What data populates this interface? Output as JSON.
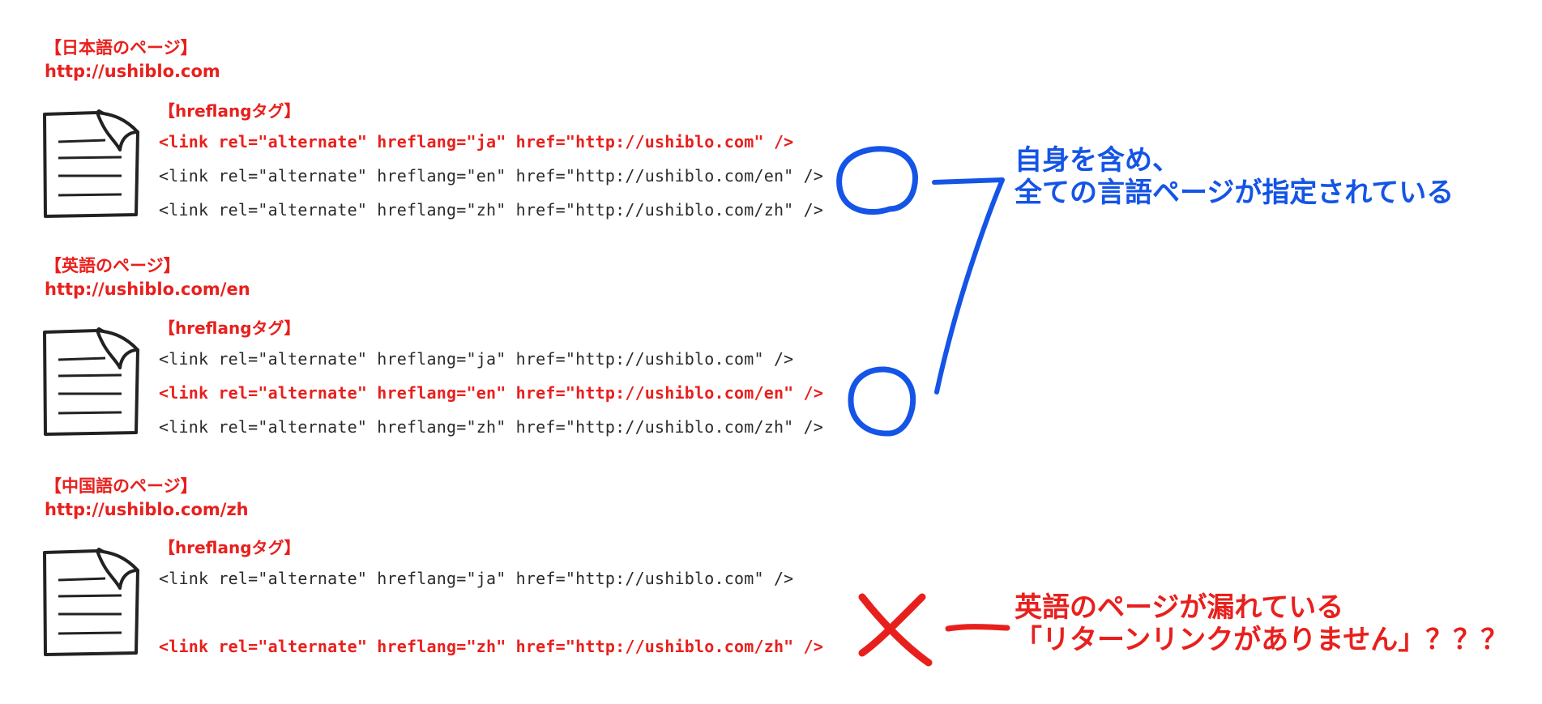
{
  "sections": [
    {
      "page_label": "【日本語のページ】",
      "url": "http://ushiblo.com",
      "tag_title": "【hreflangタグ】",
      "lines": [
        {
          "text": "<link rel=\"alternate\" hreflang=\"ja\" href=\"http://ushiblo.com\" />",
          "highlight": true
        },
        {
          "text": "<link rel=\"alternate\" hreflang=\"en\" href=\"http://ushiblo.com/en\" />",
          "highlight": false
        },
        {
          "text": "<link rel=\"alternate\" hreflang=\"zh\" href=\"http://ushiblo.com/zh\" />",
          "highlight": false
        }
      ]
    },
    {
      "page_label": "【英語のページ】",
      "url": "http://ushiblo.com/en",
      "tag_title": "【hreflangタグ】",
      "lines": [
        {
          "text": "<link rel=\"alternate\" hreflang=\"ja\" href=\"http://ushiblo.com\" />",
          "highlight": false
        },
        {
          "text": "<link rel=\"alternate\" hreflang=\"en\" href=\"http://ushiblo.com/en\" />",
          "highlight": true
        },
        {
          "text": "<link rel=\"alternate\" hreflang=\"zh\" href=\"http://ushiblo.com/zh\" />",
          "highlight": false
        }
      ]
    },
    {
      "page_label": "【中国語のページ】",
      "url": "http://ushiblo.com/zh",
      "tag_title": "【hreflangタグ】",
      "lines": [
        {
          "text": "<link rel=\"alternate\" hreflang=\"ja\" href=\"http://ushiblo.com\" />",
          "highlight": false
        },
        {
          "text": "",
          "highlight": false
        },
        {
          "text": "<link rel=\"alternate\" hreflang=\"zh\" href=\"http://ushiblo.com/zh\" />",
          "highlight": true
        }
      ]
    }
  ],
  "ok_note": {
    "line1": "自身を含め、",
    "line2": "全ての言語ページが指定されている"
  },
  "ng_note": {
    "line1": "英語のページが漏れている",
    "line2": "「リターンリンクがありません」？？？"
  },
  "colors": {
    "highlight": "#e8201d",
    "ok": "#1454e6",
    "ng": "#e8201d",
    "text": "#2b2b2b"
  }
}
